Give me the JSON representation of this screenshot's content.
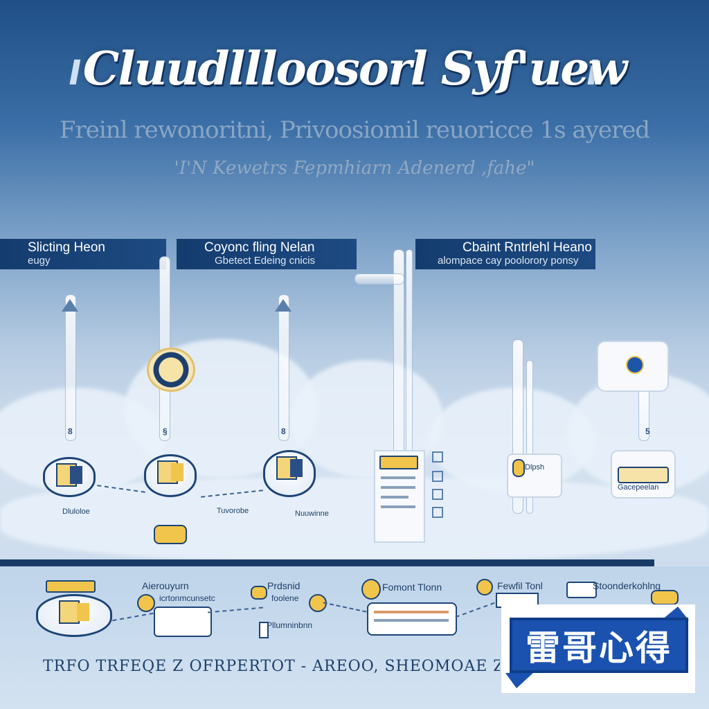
{
  "header": {
    "title": "Cluudllloosorl Syf'uew",
    "subtitle": "Freinl rewonoritni, Privoosiomil reuoricce 1s ayered",
    "tagline": "'I'N Kewetrs Fepmhiarn Adenerd ,fahe\""
  },
  "bands": [
    {
      "line1": "Slicting Heon",
      "line2": "eugy"
    },
    {
      "line1": "Coyonc fling Nelan",
      "line2": "Gbetect Edeing cnicis"
    },
    {
      "line1": "Cbaint Rntrlehl Heano",
      "line2": "alompace cay poolorory ponsy"
    }
  ],
  "top_nodes": [
    {
      "label": "Dluloloe",
      "num": "8"
    },
    {
      "label": "",
      "num": "§"
    },
    {
      "label": "Tuvorobe",
      "num": "8"
    },
    {
      "label": "Nuuwinne",
      "num": ""
    },
    {
      "label": "Dlpsh",
      "num": ""
    },
    {
      "label": "Gacepeelan",
      "num": "5"
    }
  ],
  "bottom_nodes": [
    {
      "line1": "Aierouyurn",
      "line2": "icrtonmcunsetc"
    },
    {
      "line1": "Prdsnid",
      "line2": "foolene",
      "line3": "Pllumninbnn"
    },
    {
      "line1": "Fomont Tlonn",
      "line2": ""
    },
    {
      "line1": "Fewfil Tonl",
      "line2": ""
    },
    {
      "line1": "Stoonderkohlng",
      "line2": ""
    }
  ],
  "footer": {
    "text": "TRFO TRFEQE Z   OFRPERTOT - AREOO, SHEOMOAE ZTFOGE Z   TFIO"
  },
  "badge": {
    "text": "雷哥心得"
  },
  "colors": {
    "navy": "#1a3a66",
    "accent_blue": "#1b52b0",
    "gold": "#f1c54b"
  }
}
